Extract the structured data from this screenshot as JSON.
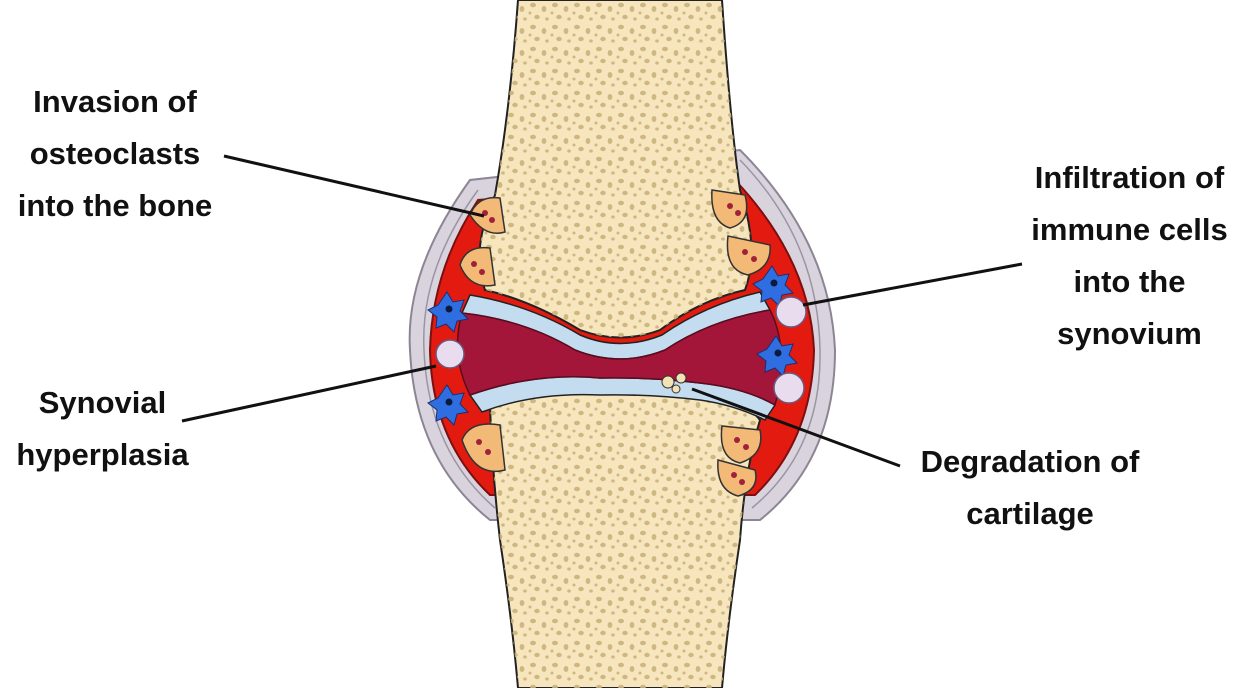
{
  "labels": {
    "osteoclasts": [
      "Invasion of",
      "osteoclasts",
      "into the bone"
    ],
    "immune_cells": [
      "Infiltration of",
      "immune cells",
      "into the",
      "synovium"
    ],
    "synovial": [
      "Synovial",
      "hyperplasia"
    ],
    "cartilage": [
      "Degradation of",
      "cartilage"
    ]
  },
  "colors": {
    "bone": "#f7e6bd",
    "bone_pore": "#c9b27a",
    "synovium_inflamed": "#e0180f",
    "joint_cavity": "#a3163a",
    "cartilage": "#c3dcef",
    "capsule": "#d6d0dc",
    "osteoclast": "#f3b977",
    "immune_cell": "#2f6ee0",
    "lymphocyte": "#e9dcef"
  }
}
